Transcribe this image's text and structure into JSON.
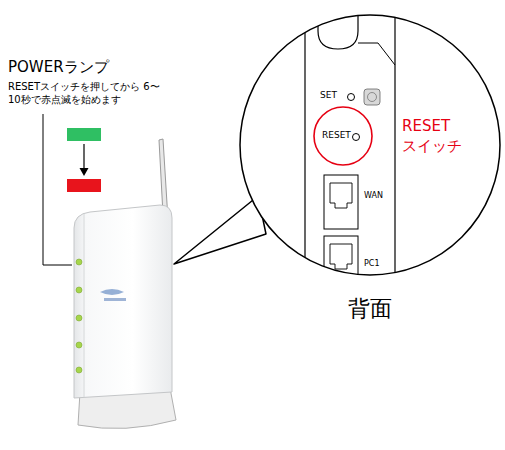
{
  "diagram": {
    "nodes": [
      {
        "text": [
          "SET",
          "RESET",
          "RESET スイッチ",
          "WAN",
          "PC1",
          "背面"
        ]
      }
    ],
    "labels": [
      "POWERランプ",
      "RESETスイッチを押してから 6〜10秒で赤点滅を始めます"
    ]
  }
}
